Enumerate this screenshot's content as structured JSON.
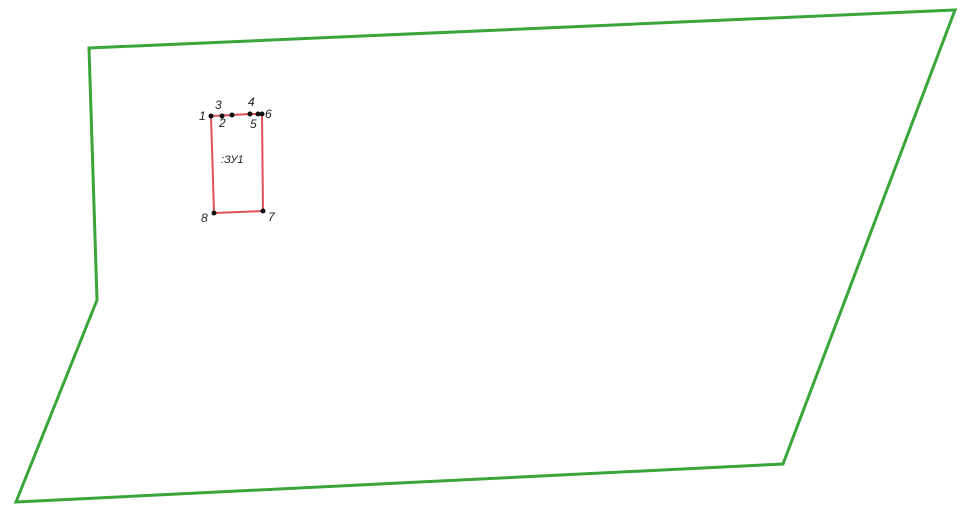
{
  "diagram": {
    "outer_boundary_color": "#3aa63a",
    "inner_parcel_color": "#e0505a",
    "vertex_color": "#111111",
    "parcel_label": ":ЗУ1",
    "vertex_labels": {
      "v1": "1",
      "v2": "2",
      "v3": "3",
      "v4": "4",
      "v5": "5",
      "v6": "6",
      "v7": "7",
      "v8": "8"
    }
  }
}
